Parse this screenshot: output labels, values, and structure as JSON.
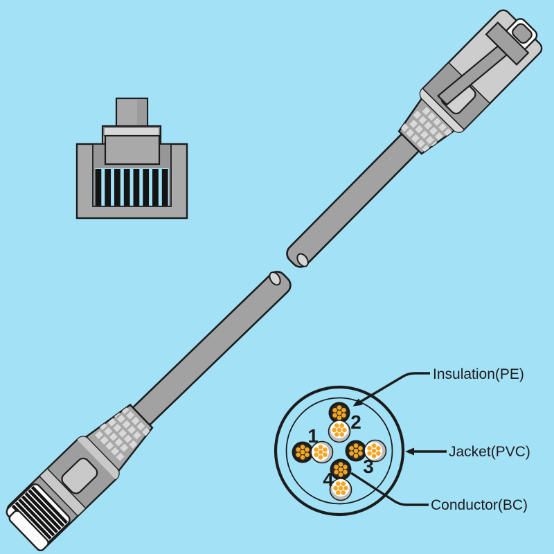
{
  "labels": {
    "insulation": "Insulation(PE)",
    "jacket": "Jacket(PVC)",
    "conductor": "Conductor(BC)"
  },
  "pair_labels": [
    "1",
    "2",
    "3",
    "4"
  ],
  "cross_section": {
    "pair_count": 4,
    "strands_per_conductor": 7
  },
  "front_view": {
    "pin_count": 8
  },
  "colors": {
    "background": "#a3e1f6",
    "outline": "#1c1c1c",
    "cable_gray": "#a2a2a2",
    "plug_body_light": "#cdcdcd",
    "plug_body_mid": "#9e9e9e",
    "boot_gray": "#a7a7a7",
    "highlight_gray": "#d8d8d8",
    "white": "#fbfbfb",
    "copper_orange": "#f5a623",
    "pin_black": "#141414"
  }
}
